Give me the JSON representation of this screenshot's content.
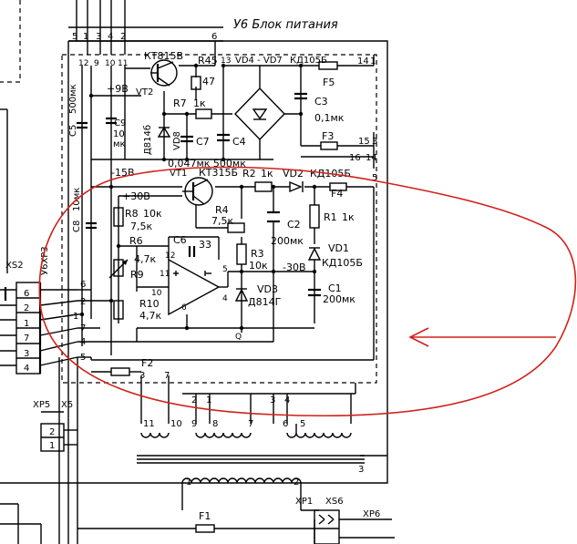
{
  "block_title": "У6 Блок питания",
  "connectors": {
    "top_header": [
      "5",
      "1",
      "3",
      "4",
      "2",
      "6"
    ],
    "top_inner": [
      "12",
      "9",
      "10",
      "11",
      "13"
    ],
    "right_top": [
      "14",
      "1"
    ],
    "right_mid": [
      "15",
      "3",
      "16",
      "14"
    ],
    "right_f4": "5",
    "xs2_label": "XS2",
    "xs2_pins": [
      "6",
      "2",
      "1",
      "7",
      "3",
      "4"
    ],
    "uxs_label": "У6ХР3",
    "xs2_inner": [
      "6",
      "2",
      "1",
      "7",
      "4",
      "5"
    ],
    "xp5_label": "XP5",
    "x5_label": "X5",
    "x5_pins": [
      "2",
      "1"
    ],
    "f2_pins": [
      "3",
      "7"
    ],
    "bottom_row1": [
      "2",
      "1",
      "3",
      "4"
    ],
    "bottom_row2": [
      "11",
      "10",
      "9",
      "8",
      "7",
      "6",
      "5"
    ],
    "pin_3_right": "3",
    "winding_pins": [
      "1",
      "2"
    ],
    "xp1_label": "XP1",
    "xs6_label": "XS6",
    "xp6_label": "XP6"
  },
  "components": {
    "vt2": {
      "ref": "VT2",
      "type": "КТ815В"
    },
    "r45": {
      "ref": "R45",
      "value": "47"
    },
    "bridge": {
      "ref": "VD4 - VD7",
      "type": "КД105Б"
    },
    "f5": "F5",
    "c3": {
      "ref": "C3",
      "value": "0,1мк"
    },
    "f3": "F3",
    "r7": {
      "ref": "R7",
      "value": "1к"
    },
    "vd8": {
      "ref": "VD8",
      "type": "Д814б"
    },
    "c7": "C7",
    "c4": {
      "ref": "C4",
      "value": "0,047мк 500мк"
    },
    "c9": {
      "ref": "C9",
      "value": "10",
      "unit": "мк"
    },
    "c5": {
      "ref": "C5",
      "value": "500мк"
    },
    "plus9": "+9В",
    "minus15": "-15В",
    "vt1": {
      "ref": "VT1",
      "type": "КТ315Б"
    },
    "r2": {
      "ref": "R2",
      "value": "1к"
    },
    "vd2": {
      "ref": "VD2",
      "type": "КД105Б"
    },
    "f4": "F4",
    "plus30": "+30В",
    "c8": {
      "ref": "C8",
      "value": "10мк"
    },
    "r8": {
      "ref": "R8",
      "value": "10к"
    },
    "r6": {
      "ref": "R6",
      "value": "7,5к"
    },
    "r9": {
      "ref": "R9",
      "value": "4,7к"
    },
    "r10": {
      "ref": "R10",
      "value": "4,7к"
    },
    "r4": {
      "ref": "R4",
      "value": "7,5к"
    },
    "c6": {
      "ref": "C6",
      "value": "33"
    },
    "c2": {
      "ref": "C2",
      "value": "200мк"
    },
    "r1": {
      "ref": "R1",
      "value": "1к"
    },
    "r3": {
      "ref": "R3",
      "value": "10к"
    },
    "minus30": "-30В",
    "vd1": {
      "ref": "VD1",
      "type": "КД105Б"
    },
    "c1": {
      "ref": "C1",
      "value": "200мк"
    },
    "vd3": {
      "ref": "VD3",
      "type": "Д814Г"
    },
    "opamp_pins": [
      "11",
      "12",
      "10",
      "6",
      "4",
      "5"
    ],
    "q": "Q",
    "f2": "F2",
    "f1": "F1"
  },
  "annotation": {
    "shape": "ellipse",
    "arrow": "left",
    "color": "#d0201a"
  }
}
